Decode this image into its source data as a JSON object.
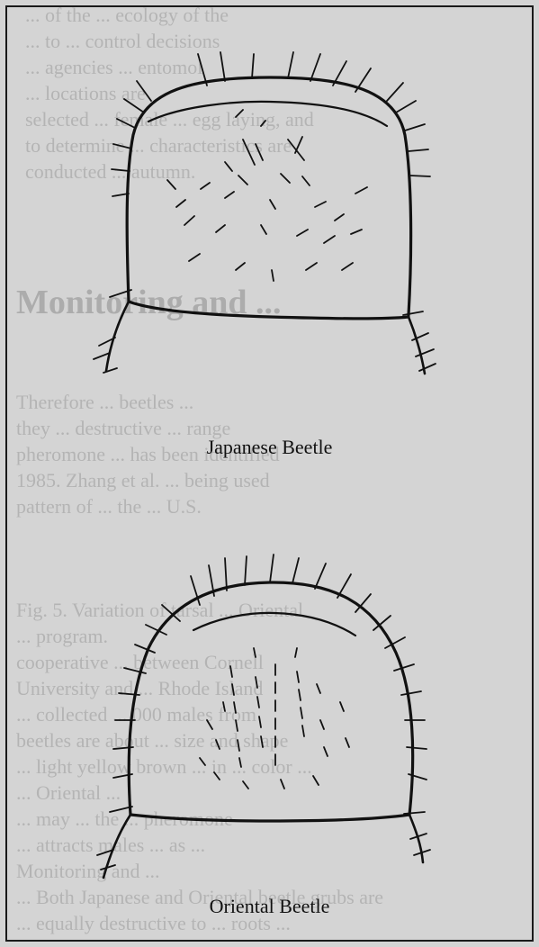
{
  "figures": [
    {
      "caption": "Japanese Beetle"
    },
    {
      "caption": "Oriental Beetle"
    }
  ],
  "bleed_through": {
    "lines": [
      "... of the ... ecology of the",
      "... to ... control decisions",
      "... agencies ... entomol",
      "... locations are",
      "selected ... female ... egg laying, and",
      "to determine ... characteristics are",
      "conducted ... autumn.",
      "Monitoring and ...",
      "Therefore ... beetles ...",
      "they ... destructive ... range",
      "pheromone ... has been identified",
      "1985. Zhang et al. ... being used",
      "pattern of ... the ... U.S.",
      "Fig. 5. Variation of tarsal ... Oriental",
      "... program.",
      "cooperative ... between Cornell",
      "University and ... Rhode Island",
      "... collected ... 000 males from",
      "beetles are about ... size and shape",
      "... light yellow brown ... in ... color ...",
      "... Oriental ...",
      "... may ... the ... pheromone",
      "... attracts males ... as ...",
      "... Both Japanese and Oriental beetle grubs are",
      "... equally destructive to ... roots ..."
    ],
    "heading": "Monitoring and ..."
  }
}
